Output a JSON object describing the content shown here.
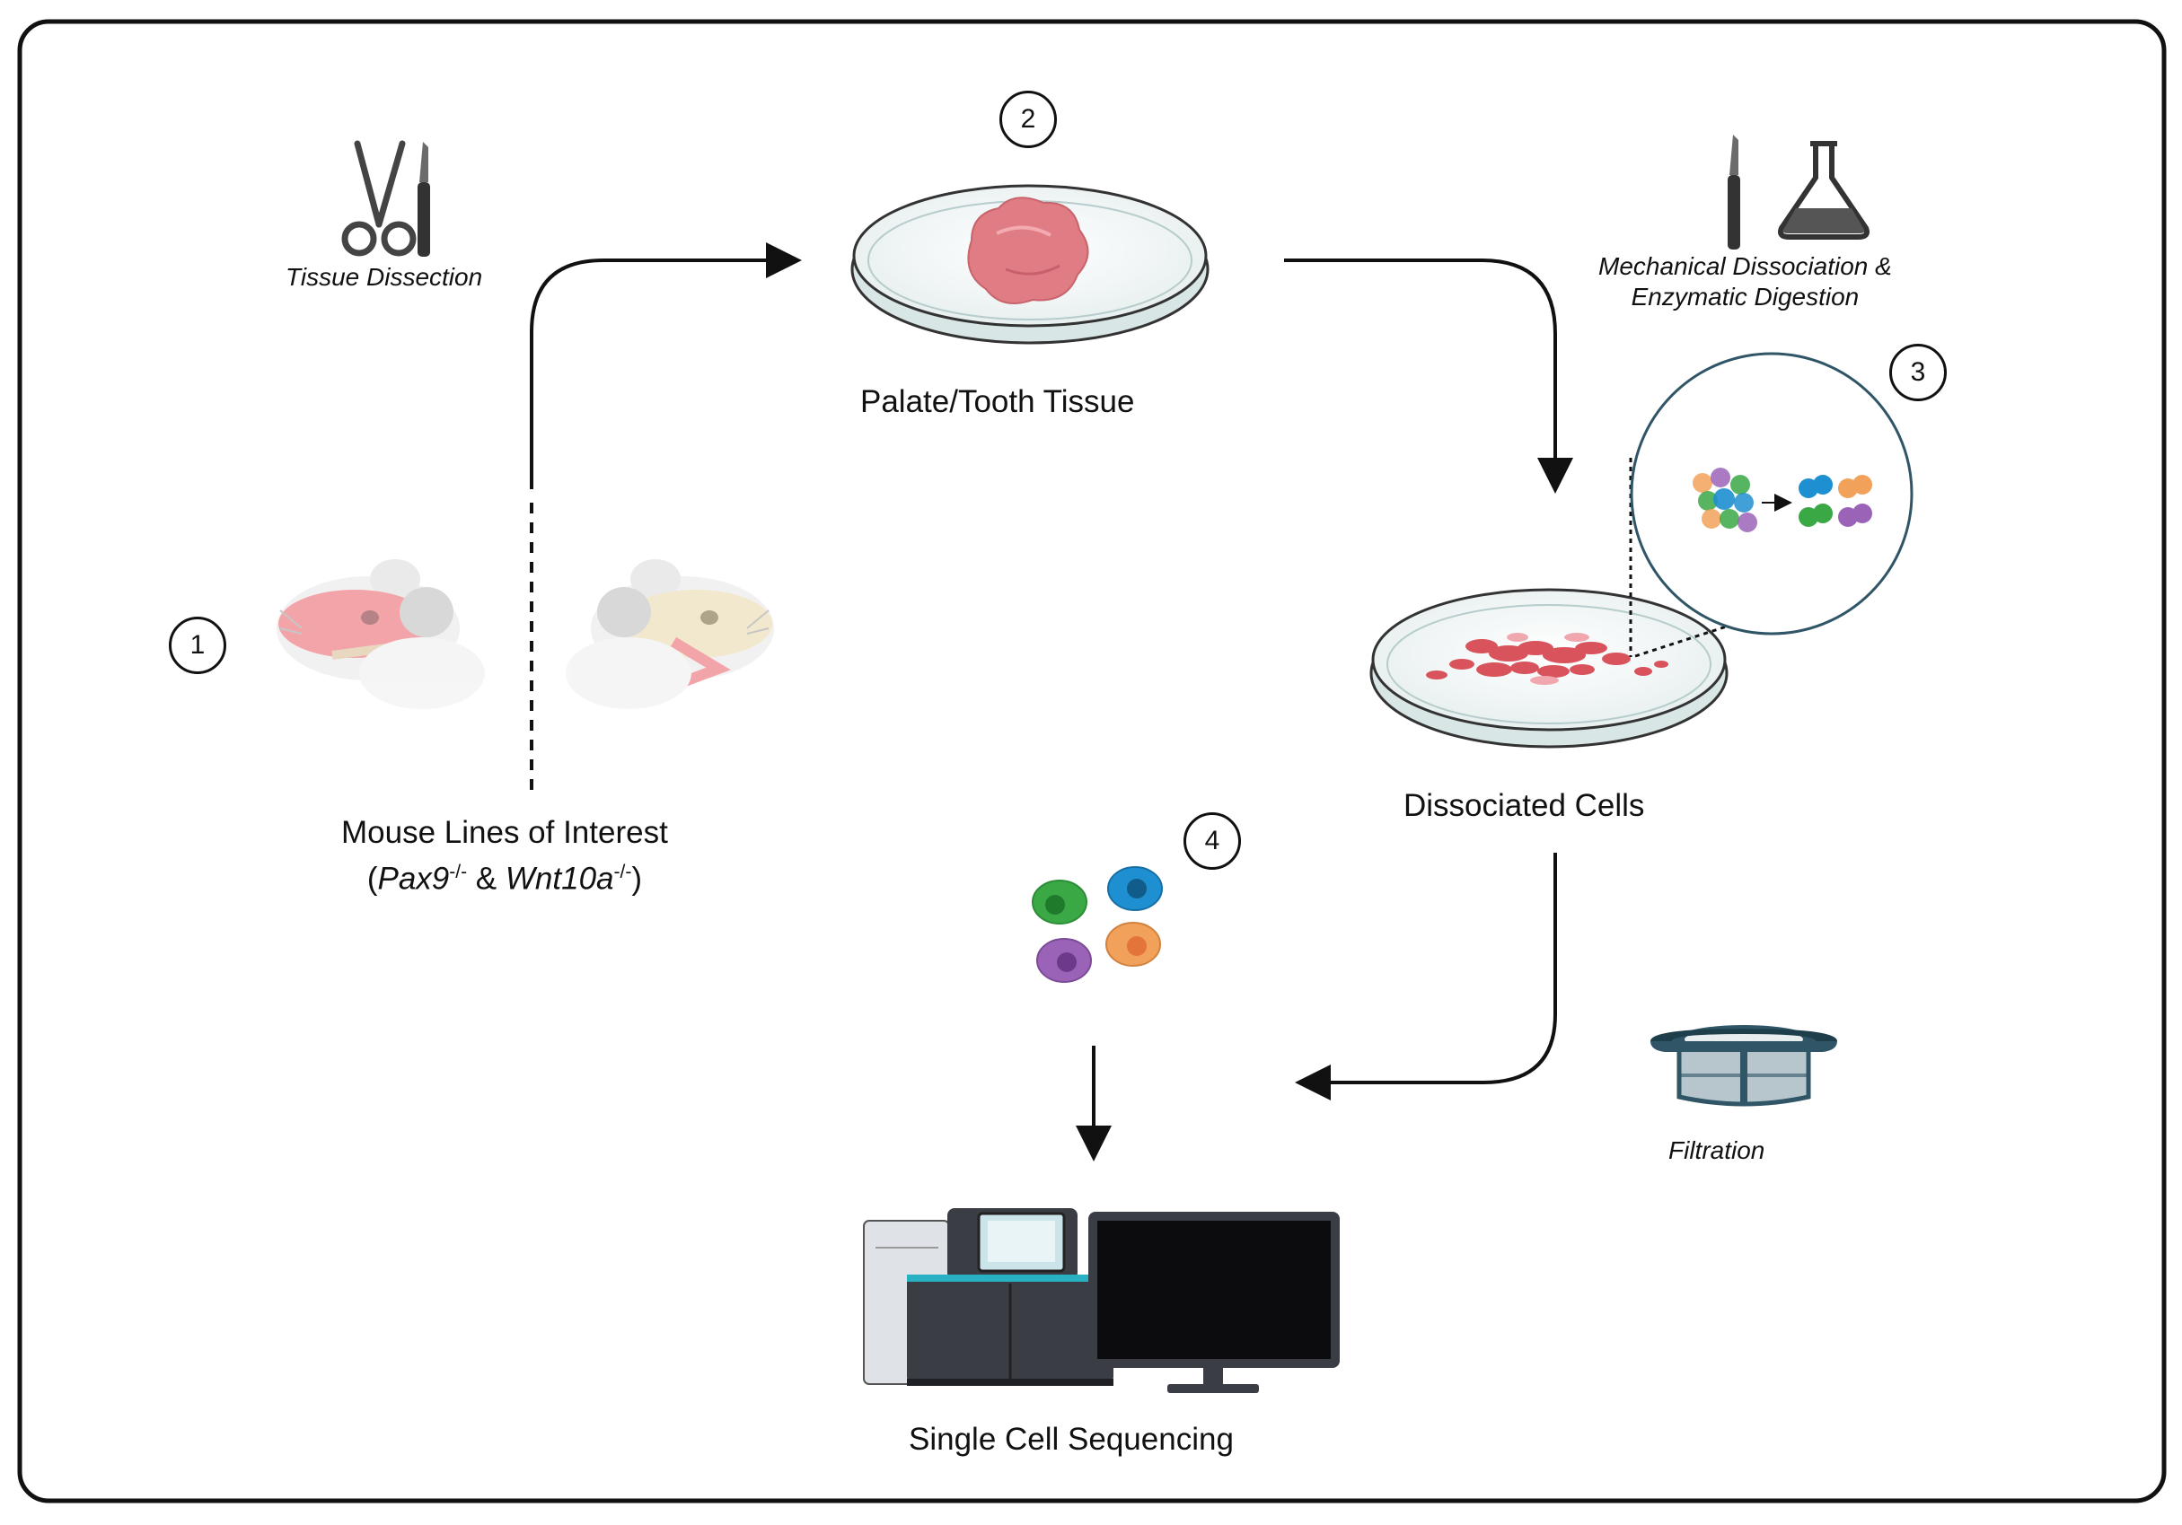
{
  "steps": [
    "1",
    "2",
    "3",
    "4"
  ],
  "labels": {
    "tissue_dissection": "Tissue Dissection",
    "palate_tooth_tissue": "Palate/Tooth Tissue",
    "mechanical_line1": "Mechanical Dissociation &",
    "mechanical_line2": "Enzymatic Digestion",
    "mouse_lines": "Mouse Lines of Interest",
    "gene1": "Pax9",
    "gene1_sup": "-/-",
    "amp": " & ",
    "gene2": "Wnt10a",
    "gene2_sup": "-/-",
    "dissociated_cells": "Dissociated Cells",
    "filtration": "Filtration",
    "single_cell_seq": "Single Cell Sequencing"
  },
  "colors": {
    "frame": "#111111",
    "tissue": "#e07c84",
    "cell_green": "#39a845",
    "cell_blue": "#1e8fd0",
    "cell_purple": "#9b63b8",
    "cell_orange": "#f2a15a",
    "strainer": "#2f5566",
    "sequencer_dark": "#3a3d44",
    "screen": "#0c0c0e"
  },
  "icons": [
    "scissors-icon",
    "scalpel-icon",
    "flask-icon",
    "petri-dish-icon",
    "cell-strainer-icon",
    "sequencer-icon",
    "monitor-icon",
    "mouse-head-icon"
  ]
}
